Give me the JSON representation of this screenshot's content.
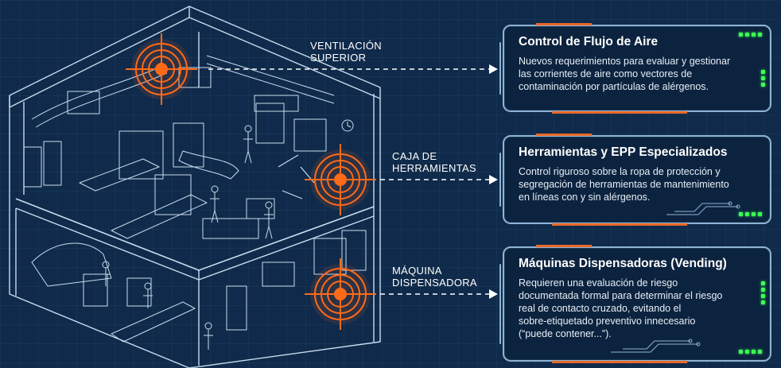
{
  "labels": [
    {
      "id": "ventilacion",
      "text": "VENTILACIÓN\nSUPERIOR"
    },
    {
      "id": "caja",
      "text": "CAJA DE\nHERRAMIENTAS"
    },
    {
      "id": "maquina",
      "text": "MÁQUINA\nDISPENSADORA"
    }
  ],
  "cards": [
    {
      "title": "Control de Flujo de Aire",
      "body": "Nuevos requerimientos para evaluar y gestionar\nlas corrientes de aire como vectores de\ncontaminación por partículas de alérgenos."
    },
    {
      "title": "Herramientas y EPP Especializados",
      "body": "Control riguroso sobre la ropa de protección y\nsegregación de herramientas de mantenimiento\nen líneas con y sin alérgenos."
    },
    {
      "title": "Máquinas Dispensadoras (Vending)",
      "body": "Requieren una evaluación de riesgo\ndocumentada formal para determinar el riesgo\nreal de contacto cruzado, evitando el\nsobre-etiquetado preventivo innecesario\n(“puede contener...”)."
    }
  ],
  "colors": {
    "background": "#0f2a4a",
    "line": "#c9dcef",
    "target": "#ff6a1a",
    "accent": "#e8692a",
    "led": "#3dff55"
  }
}
